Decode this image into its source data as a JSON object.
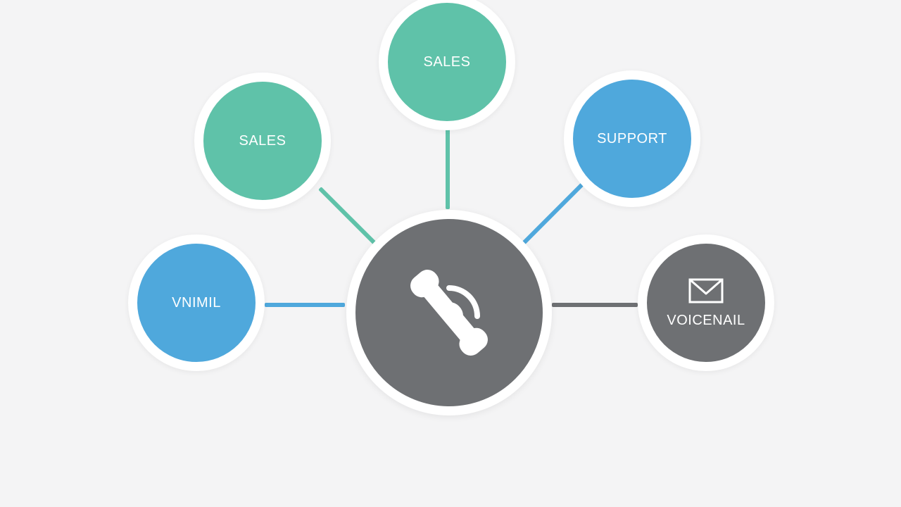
{
  "colors": {
    "background": "#f4f4f5",
    "teal": "#5fc2a9",
    "blue": "#4fa8dc",
    "gray": "#6e7073",
    "ring": "#ffffff"
  },
  "hub": {
    "icon": "phone-icon"
  },
  "nodes": [
    {
      "id": "sales-top",
      "label": "SALES",
      "color": "#5fc2a9",
      "icon": ""
    },
    {
      "id": "sales-left",
      "label": "SALES",
      "color": "#5fc2a9",
      "icon": ""
    },
    {
      "id": "support",
      "label": "SUPPORT",
      "color": "#4fa8dc",
      "icon": ""
    },
    {
      "id": "vnimil",
      "label": "VNIMIL",
      "color": "#4fa8dc",
      "icon": ""
    },
    {
      "id": "voicemail",
      "label": "VOICENAIL",
      "color": "#6e7073",
      "icon": "envelope-icon"
    }
  ]
}
